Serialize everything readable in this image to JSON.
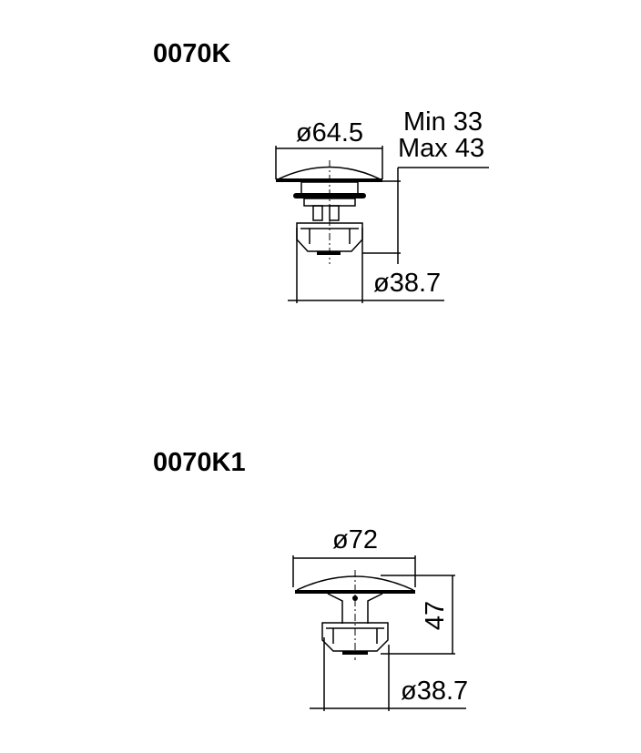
{
  "drawings": [
    {
      "model": "0070K",
      "cap_diameter": "ø64.5",
      "height_min": "Min 33",
      "height_max": "Max 43",
      "base_diameter": "ø38.7"
    },
    {
      "model": "0070K1",
      "cap_diameter": "ø72",
      "height": "47",
      "base_diameter": "ø38.7"
    }
  ]
}
